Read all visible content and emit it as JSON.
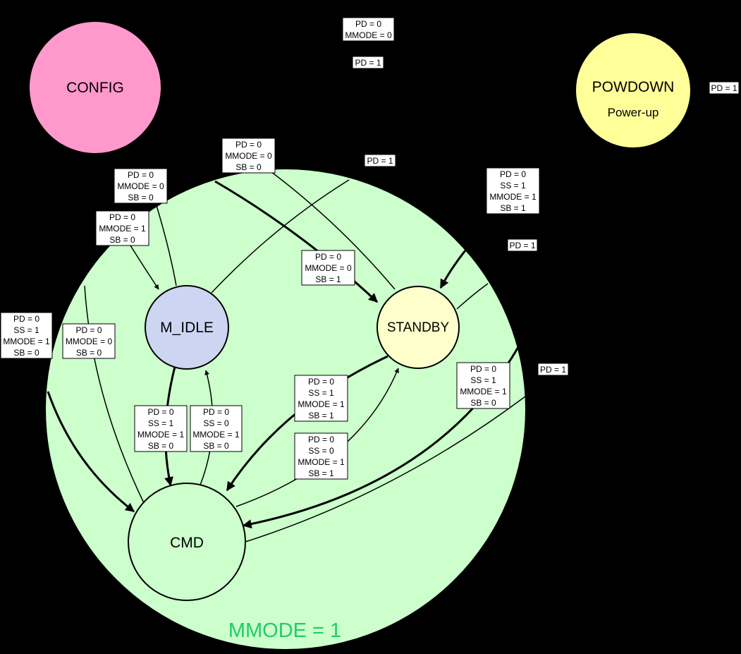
{
  "colors": {
    "background": "#000000",
    "region_fill": "#ccffcc",
    "region_label": "#22cc66",
    "config_fill": "#ff99cc",
    "powdown_fill": "#ffff99",
    "m_idle_fill": "#ccd6f2",
    "standby_fill": "#ffffcc",
    "cmd_fill": "#ccffcc"
  },
  "region": {
    "label": "MMODE = 1"
  },
  "states": {
    "config": {
      "label": "CONFIG"
    },
    "powdown": {
      "label": "POWDOWN",
      "sublabel": "Power-up"
    },
    "m_idle": {
      "label": "M_IDLE"
    },
    "standby": {
      "label": "STANDBY"
    },
    "cmd": {
      "label": "CMD"
    }
  },
  "edge_labels": [
    {
      "id": "top1",
      "lines": [
        "PD = 0",
        "MMODE = 0"
      ]
    },
    {
      "id": "top2",
      "lines": [
        "PD = 1"
      ]
    },
    {
      "id": "right-pd1",
      "lines": [
        "PD = 1"
      ]
    },
    {
      "id": "a",
      "lines": [
        "PD = 0",
        "MMODE = 0",
        "SB = 0"
      ]
    },
    {
      "id": "b",
      "lines": [
        "PD = 1"
      ]
    },
    {
      "id": "c",
      "lines": [
        "PD = 0",
        "MMODE = 0",
        "SB = 0"
      ]
    },
    {
      "id": "d",
      "lines": [
        "PD = 0",
        "SS = 1",
        "MMODE = 1",
        "SB = 1"
      ]
    },
    {
      "id": "e",
      "lines": [
        "PD = 0",
        "MMODE = 1",
        "SB = 0"
      ]
    },
    {
      "id": "f",
      "lines": [
        "PD = 1"
      ]
    },
    {
      "id": "g",
      "lines": [
        "PD = 0",
        "MMODE = 0",
        "SB = 1"
      ]
    },
    {
      "id": "h",
      "lines": [
        "PD = 0",
        "SS = 1",
        "MMODE = 1",
        "SB = 0"
      ]
    },
    {
      "id": "i",
      "lines": [
        "PD = 0",
        "MMODE = 0",
        "SB = 0"
      ]
    },
    {
      "id": "j",
      "lines": [
        "PD = 0",
        "SS = 1",
        "MMODE = 1",
        "SB = 0"
      ]
    },
    {
      "id": "k",
      "lines": [
        "PD = 1"
      ]
    },
    {
      "id": "l",
      "lines": [
        "PD = 0",
        "SS = 1",
        "MMODE = 1",
        "SB = 1"
      ]
    },
    {
      "id": "m",
      "lines": [
        "PD = 0",
        "SS = 1",
        "MMODE = 1",
        "SB = 0"
      ]
    },
    {
      "id": "n",
      "lines": [
        "PD = 0",
        "SS = 0",
        "MMODE = 1",
        "SB = 0"
      ]
    },
    {
      "id": "o",
      "lines": [
        "PD = 0",
        "SS = 0",
        "MMODE = 1",
        "SB = 1"
      ]
    }
  ]
}
